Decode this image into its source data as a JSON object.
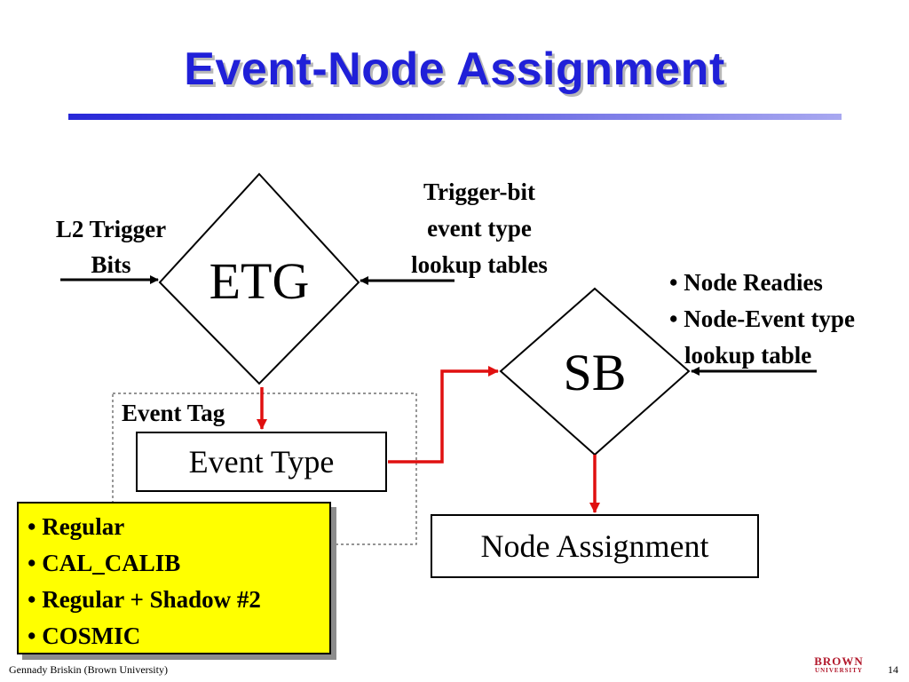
{
  "slide": {
    "title": "Event-Node Assignment",
    "page_number": "14",
    "footer_text": "Gennady Briskin (Brown University)",
    "logo": {
      "line1": "BROWN",
      "line2": "UNIVERSITY"
    }
  },
  "diagram": {
    "etg_label": "ETG",
    "sb_label": "SB",
    "l2_trigger_label": [
      "L2 Trigger",
      "Bits"
    ],
    "trigger_bit_label": [
      "Trigger-bit",
      "event type",
      "lookup tables"
    ],
    "sb_inputs": [
      "Node Readies",
      "Node-Event type",
      "lookup table"
    ],
    "event_tag_label": "Event Tag",
    "event_type_label": "Event Type",
    "node_assignment_label": "Node Assignment",
    "event_types": [
      "Regular",
      "CAL_CALIB",
      "Regular + Shadow #2",
      "COSMIC"
    ]
  },
  "colors": {
    "title": "#2020d8",
    "arrow_red": "#e01010",
    "highlight_yellow": "#ffff00"
  }
}
